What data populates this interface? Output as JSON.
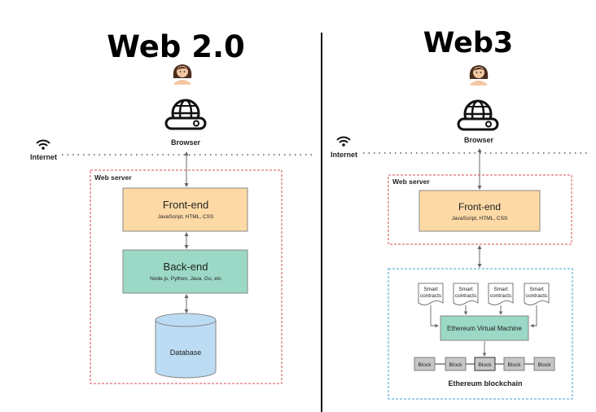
{
  "left": {
    "title": "Web 2.0",
    "browser_label": "Browser",
    "internet_label": "Internet",
    "server_label": "Web server",
    "frontend": {
      "title": "Front-end",
      "subtitle": "JavaScript, HTML, CSS"
    },
    "backend": {
      "title": "Back-end",
      "subtitle": "Node.js, Python, Java, Go, etc"
    },
    "database_label": "Database"
  },
  "right": {
    "title": "Web3",
    "browser_label": "Browser",
    "internet_label": "Internet",
    "server_label": "Web server",
    "frontend": {
      "title": "Front-end",
      "subtitle": "JavaScript, HTML, CSS"
    },
    "contracts": [
      {
        "line1": "Smart",
        "line2": "contracts"
      },
      {
        "line1": "Smart",
        "line2": "contracts"
      },
      {
        "line1": "Smart",
        "line2": "contracts"
      },
      {
        "line1": "Smart",
        "line2": "contracts"
      }
    ],
    "evm_label": "Ethereum Virtual Machine",
    "blocks": [
      "Block",
      "Block",
      "Block",
      "Block",
      "Block"
    ],
    "blockchain_label": "Ethereum blockchain"
  },
  "colors": {
    "frontend_fill": "#fdd9a6",
    "backend_fill": "#9bd8c6",
    "evm_fill": "#9bd8c6",
    "database_fill": "#bcdcf3",
    "server_border": "#d94a55",
    "blockchain_border": "#3b9fd1",
    "block_fill": "#c6c6c6"
  },
  "icons": [
    "person-emoji",
    "globe-browser-icon",
    "wifi-icon"
  ]
}
